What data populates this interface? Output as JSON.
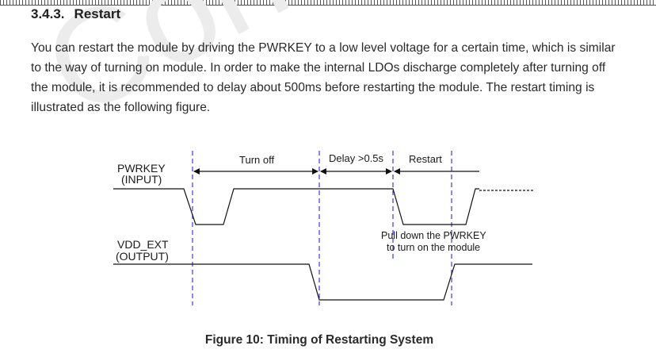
{
  "watermark": "Confidential",
  "section": {
    "number": "3.4.3.",
    "title": "Restart"
  },
  "paragraph": "You can restart the module by driving the PWRKEY to a low level voltage for a certain time, which is similar to the way of turning on module. In order to make the internal LDOs discharge completely after turning off the module, it is recommended to delay about 500ms before restarting the module. The restart timing is illustrated as the following figure.",
  "diagram": {
    "pwrkey_label_1": "PWRKEY",
    "pwrkey_label_2": "(INPUT)",
    "vdd_label_1": "VDD_EXT",
    "vdd_label_2": "(OUTPUT)",
    "interval_turn_off": "Turn off",
    "interval_delay": "Delay >0.5s",
    "interval_restart": "Restart",
    "annotation_1": "Pull down the PWRKEY",
    "annotation_2": "to turn on the module"
  },
  "caption": "Figure 10: Timing of Restarting System",
  "colors": {
    "guide_line": "#3b3bd6",
    "signal_line": "#111111"
  }
}
